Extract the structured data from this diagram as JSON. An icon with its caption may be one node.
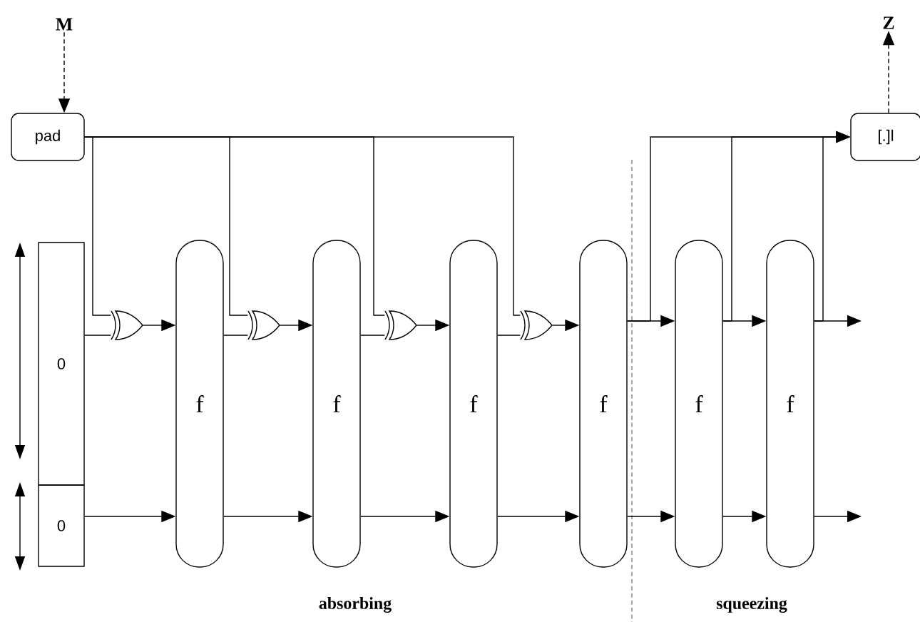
{
  "diagram": {
    "nodes": [
      {
        "text": [
          "M"
        ]
      },
      {
        "text": [
          "Z"
        ]
      },
      {
        "text": [
          "pad"
        ]
      },
      {
        "text": [
          "[.]l"
        ]
      },
      {
        "text": [
          "0"
        ]
      },
      {
        "text": [
          "0"
        ]
      },
      {
        "text": [],
        "shape": "gate"
      },
      {
        "text": [],
        "shape": "gate"
      },
      {
        "text": [],
        "shape": "gate"
      },
      {
        "text": [],
        "shape": "gate"
      },
      {
        "text": [
          "f"
        ]
      },
      {
        "text": [
          "f"
        ]
      },
      {
        "text": [
          "f"
        ]
      },
      {
        "text": [
          "f"
        ]
      },
      {
        "text": [
          "f"
        ]
      },
      {
        "text": [
          "f"
        ]
      }
    ],
    "edges": [
      {
        "from": 0,
        "to": 2,
        "arrow": "to",
        "style": "dashed"
      },
      {
        "from": 3,
        "to": 1,
        "arrow": "to",
        "style": "dashed"
      },
      {
        "from": 2,
        "to": 6,
        "arrow": "none"
      },
      {
        "from": 2,
        "to": 7,
        "arrow": "none"
      },
      {
        "from": 2,
        "to": 8,
        "arrow": "none"
      },
      {
        "from": 2,
        "to": 9,
        "arrow": "none"
      },
      {
        "from": 4,
        "to": 6,
        "arrow": "none"
      },
      {
        "from": 10,
        "to": 7,
        "arrow": "none"
      },
      {
        "from": 11,
        "to": 8,
        "arrow": "none"
      },
      {
        "from": 12,
        "to": 9,
        "arrow": "none"
      },
      {
        "from": 6,
        "to": 10,
        "arrow": "to"
      },
      {
        "from": 7,
        "to": 11,
        "arrow": "to"
      },
      {
        "from": 8,
        "to": 12,
        "arrow": "to"
      },
      {
        "from": 9,
        "to": 13,
        "arrow": "to"
      },
      {
        "from": 5,
        "to": 10,
        "arrow": "to"
      },
      {
        "from": 10,
        "to": 11,
        "arrow": "to"
      },
      {
        "from": 11,
        "to": 12,
        "arrow": "to"
      },
      {
        "from": 12,
        "to": 13,
        "arrow": "to"
      },
      {
        "from": 13,
        "to": 14,
        "arrow": "to"
      },
      {
        "from": 14,
        "to": 15,
        "arrow": "to"
      },
      {
        "from": 15,
        "to": null,
        "arrow": "to"
      },
      {
        "from": 13,
        "to": 14,
        "arrow": "to"
      },
      {
        "from": 14,
        "to": 15,
        "arrow": "to"
      },
      {
        "from": 15,
        "to": null,
        "arrow": "to"
      },
      {
        "from": 13,
        "to": 3,
        "arrow": "to"
      },
      {
        "from": 14,
        "to": 3,
        "arrow": "to"
      },
      {
        "from": 15,
        "to": 3,
        "arrow": "to"
      }
    ],
    "labels": [
      "absorbing",
      "squeezing"
    ]
  }
}
